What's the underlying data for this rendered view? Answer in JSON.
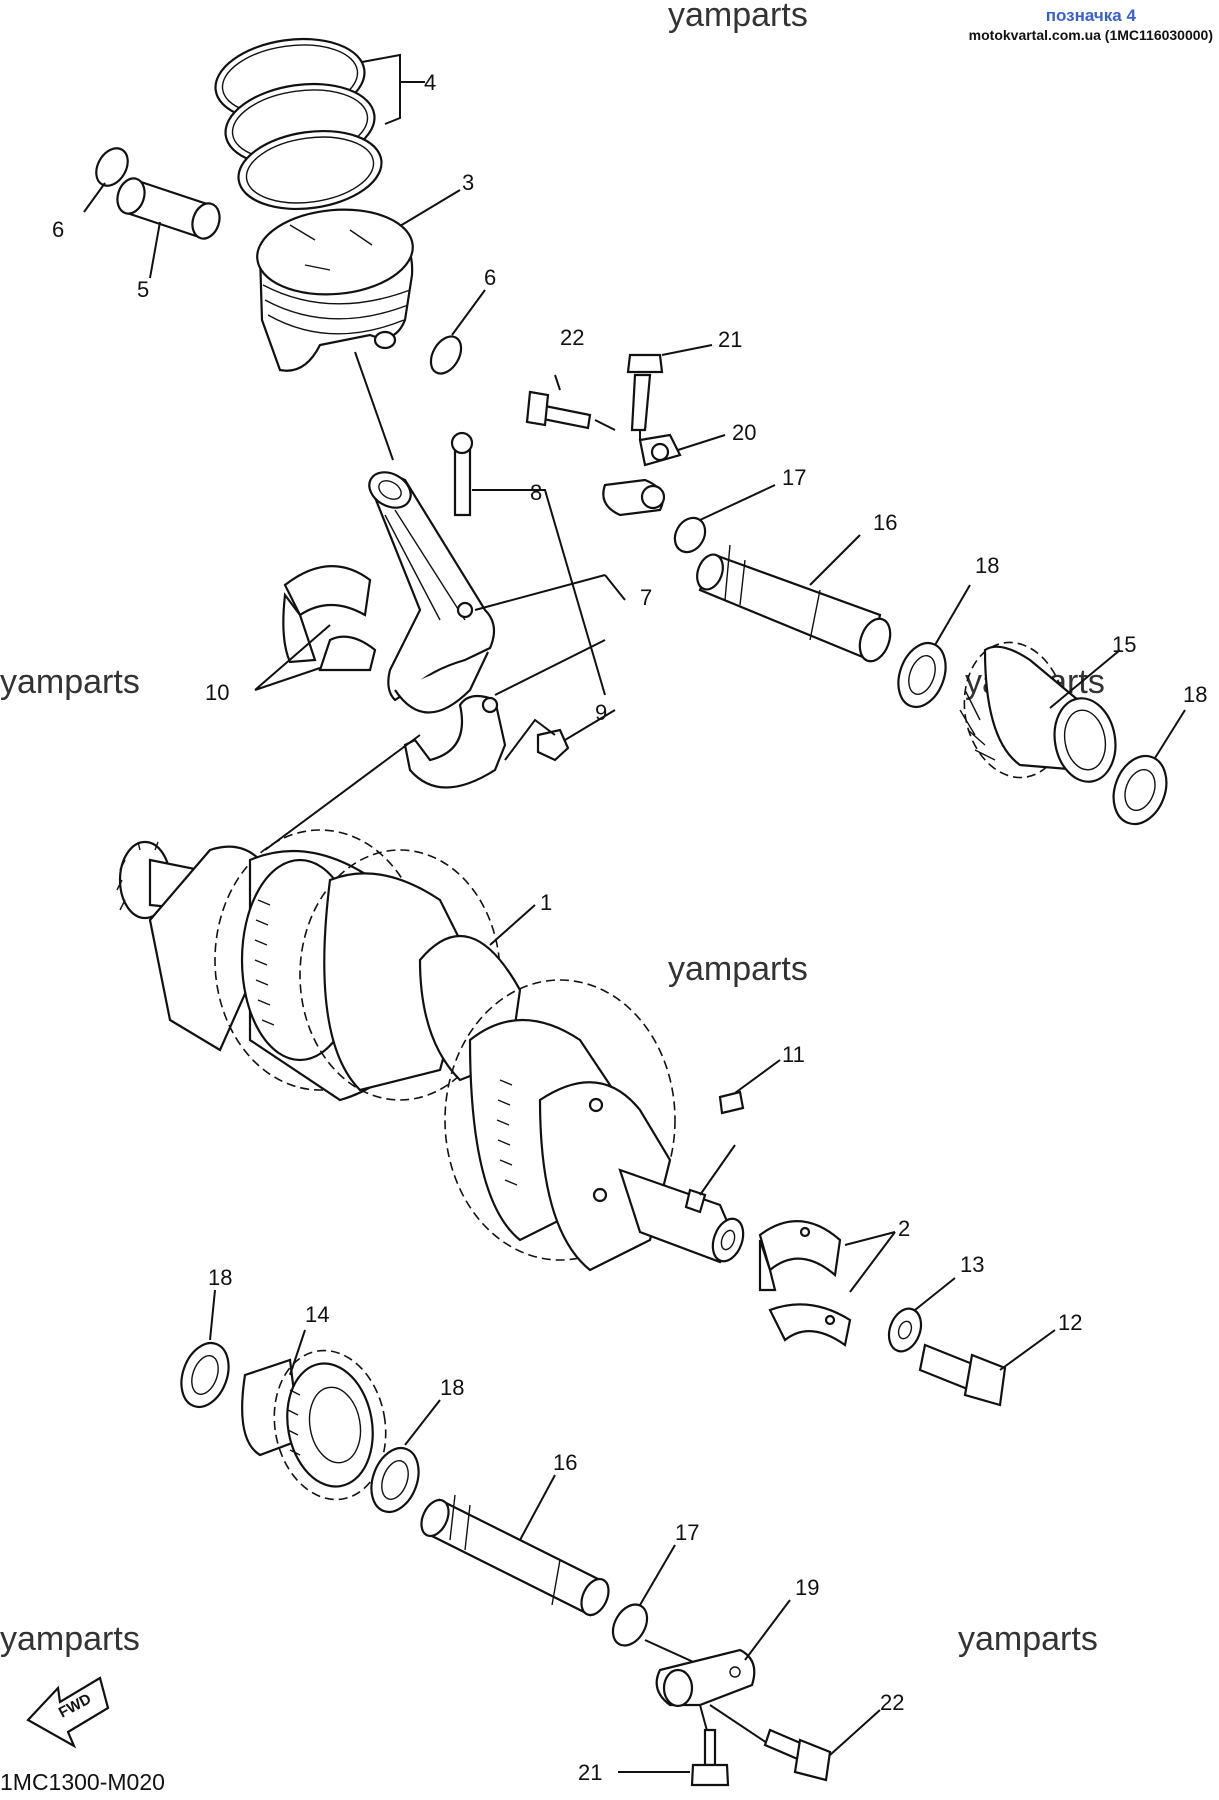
{
  "header": {
    "tag": "позначка 4",
    "source": "motokvartal.com.ua (1MC116030000)"
  },
  "watermarks": [
    "yamparts",
    "yamparts",
    "yamparts",
    "yamparts",
    "yamparts",
    "yamparts"
  ],
  "footer": {
    "code": "1MC1300-M020",
    "fwd_label": "FWD"
  },
  "callouts": {
    "c4": "4",
    "c3": "3",
    "c6a": "6",
    "c5": "5",
    "c6b": "6",
    "c22a": "22",
    "c21a": "21",
    "c20": "20",
    "c8": "8",
    "c17a": "17",
    "c16a": "16",
    "c7": "7",
    "c18a": "18",
    "c15": "15",
    "c18b": "18",
    "c10": "10",
    "c9": "9",
    "c1": "1",
    "c11": "11",
    "c2": "2",
    "c13": "13",
    "c12": "12",
    "c18c": "18",
    "c14": "14",
    "c18d": "18",
    "c16b": "16",
    "c17b": "17",
    "c19": "19",
    "c22b": "22",
    "c21b": "21"
  }
}
